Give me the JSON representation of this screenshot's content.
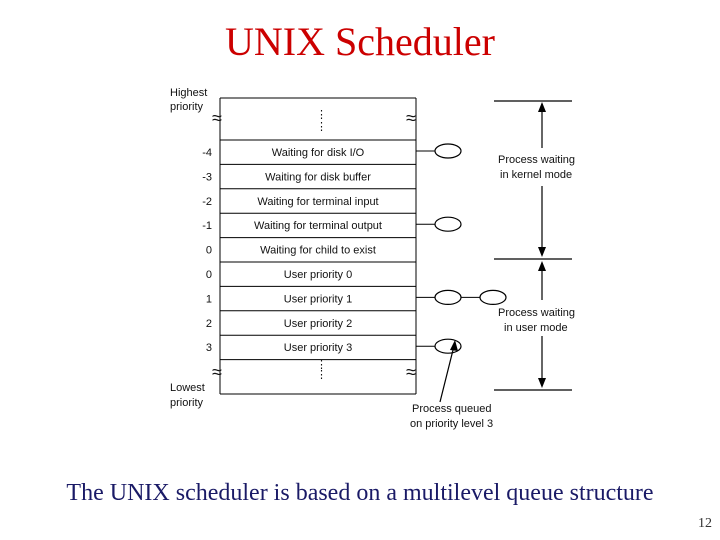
{
  "title": "UNIX Scheduler",
  "caption": "The UNIX scheduler is based on a multilevel queue structure",
  "page_number": "12",
  "labels": {
    "highest": [
      "Highest",
      "priority"
    ],
    "lowest": [
      "Lowest",
      "priority"
    ],
    "kernel": [
      "Process waiting",
      "in kernel mode"
    ],
    "user": [
      "Process waiting",
      "in user mode"
    ],
    "queued": [
      "Process queued",
      "on priority level 3"
    ]
  },
  "rows": [
    {
      "priority": "-4",
      "label": "Waiting for disk I/O",
      "procs": 1
    },
    {
      "priority": "-3",
      "label": "Waiting for disk buffer",
      "procs": 0
    },
    {
      "priority": "-2",
      "label": "Waiting for terminal input",
      "procs": 0
    },
    {
      "priority": "-1",
      "label": "Waiting for terminal output",
      "procs": 1
    },
    {
      "priority": "0",
      "label": "Waiting for child to exist",
      "procs": 0
    },
    {
      "priority": "0",
      "label": "User priority 0",
      "procs": 0
    },
    {
      "priority": "1",
      "label": "User priority 1",
      "procs": 2
    },
    {
      "priority": "2",
      "label": "User priority 2",
      "procs": 0
    },
    {
      "priority": "3",
      "label": "User priority 3",
      "procs": 1
    }
  ]
}
